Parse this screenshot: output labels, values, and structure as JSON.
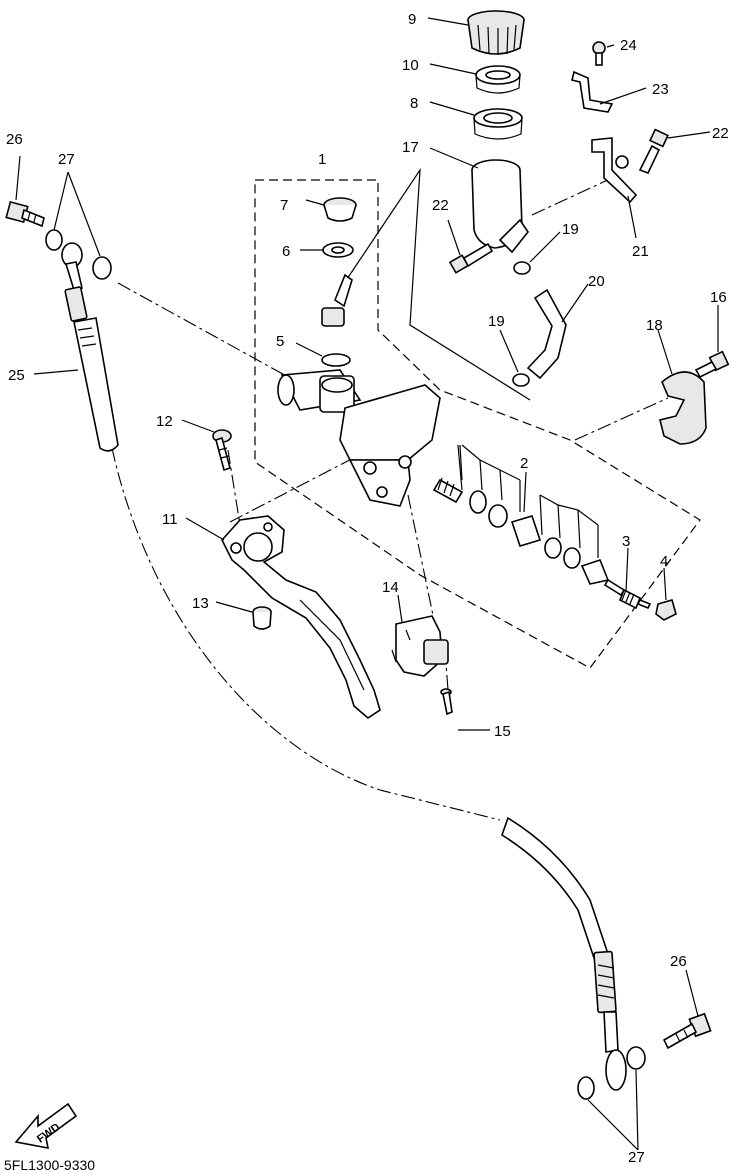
{
  "diagram_code": "5FL1300-9330",
  "fwd_label": "FWD",
  "callouts": {
    "c1": "1",
    "c2": "2",
    "c3": "3",
    "c4": "4",
    "c5": "5",
    "c6": "6",
    "c7": "7",
    "c8": "8",
    "c9": "9",
    "c10": "10",
    "c11": "11",
    "c12": "12",
    "c13": "13",
    "c14": "14",
    "c15": "15",
    "c16": "16",
    "c17": "17",
    "c18": "18",
    "c19a": "19",
    "c19b": "19",
    "c20": "20",
    "c21": "21",
    "c22a": "22",
    "c22b": "22",
    "c23": "23",
    "c24": "24",
    "c25": "25",
    "c26a": "26",
    "c26b": "26",
    "c27a": "27",
    "c27b": "27"
  }
}
